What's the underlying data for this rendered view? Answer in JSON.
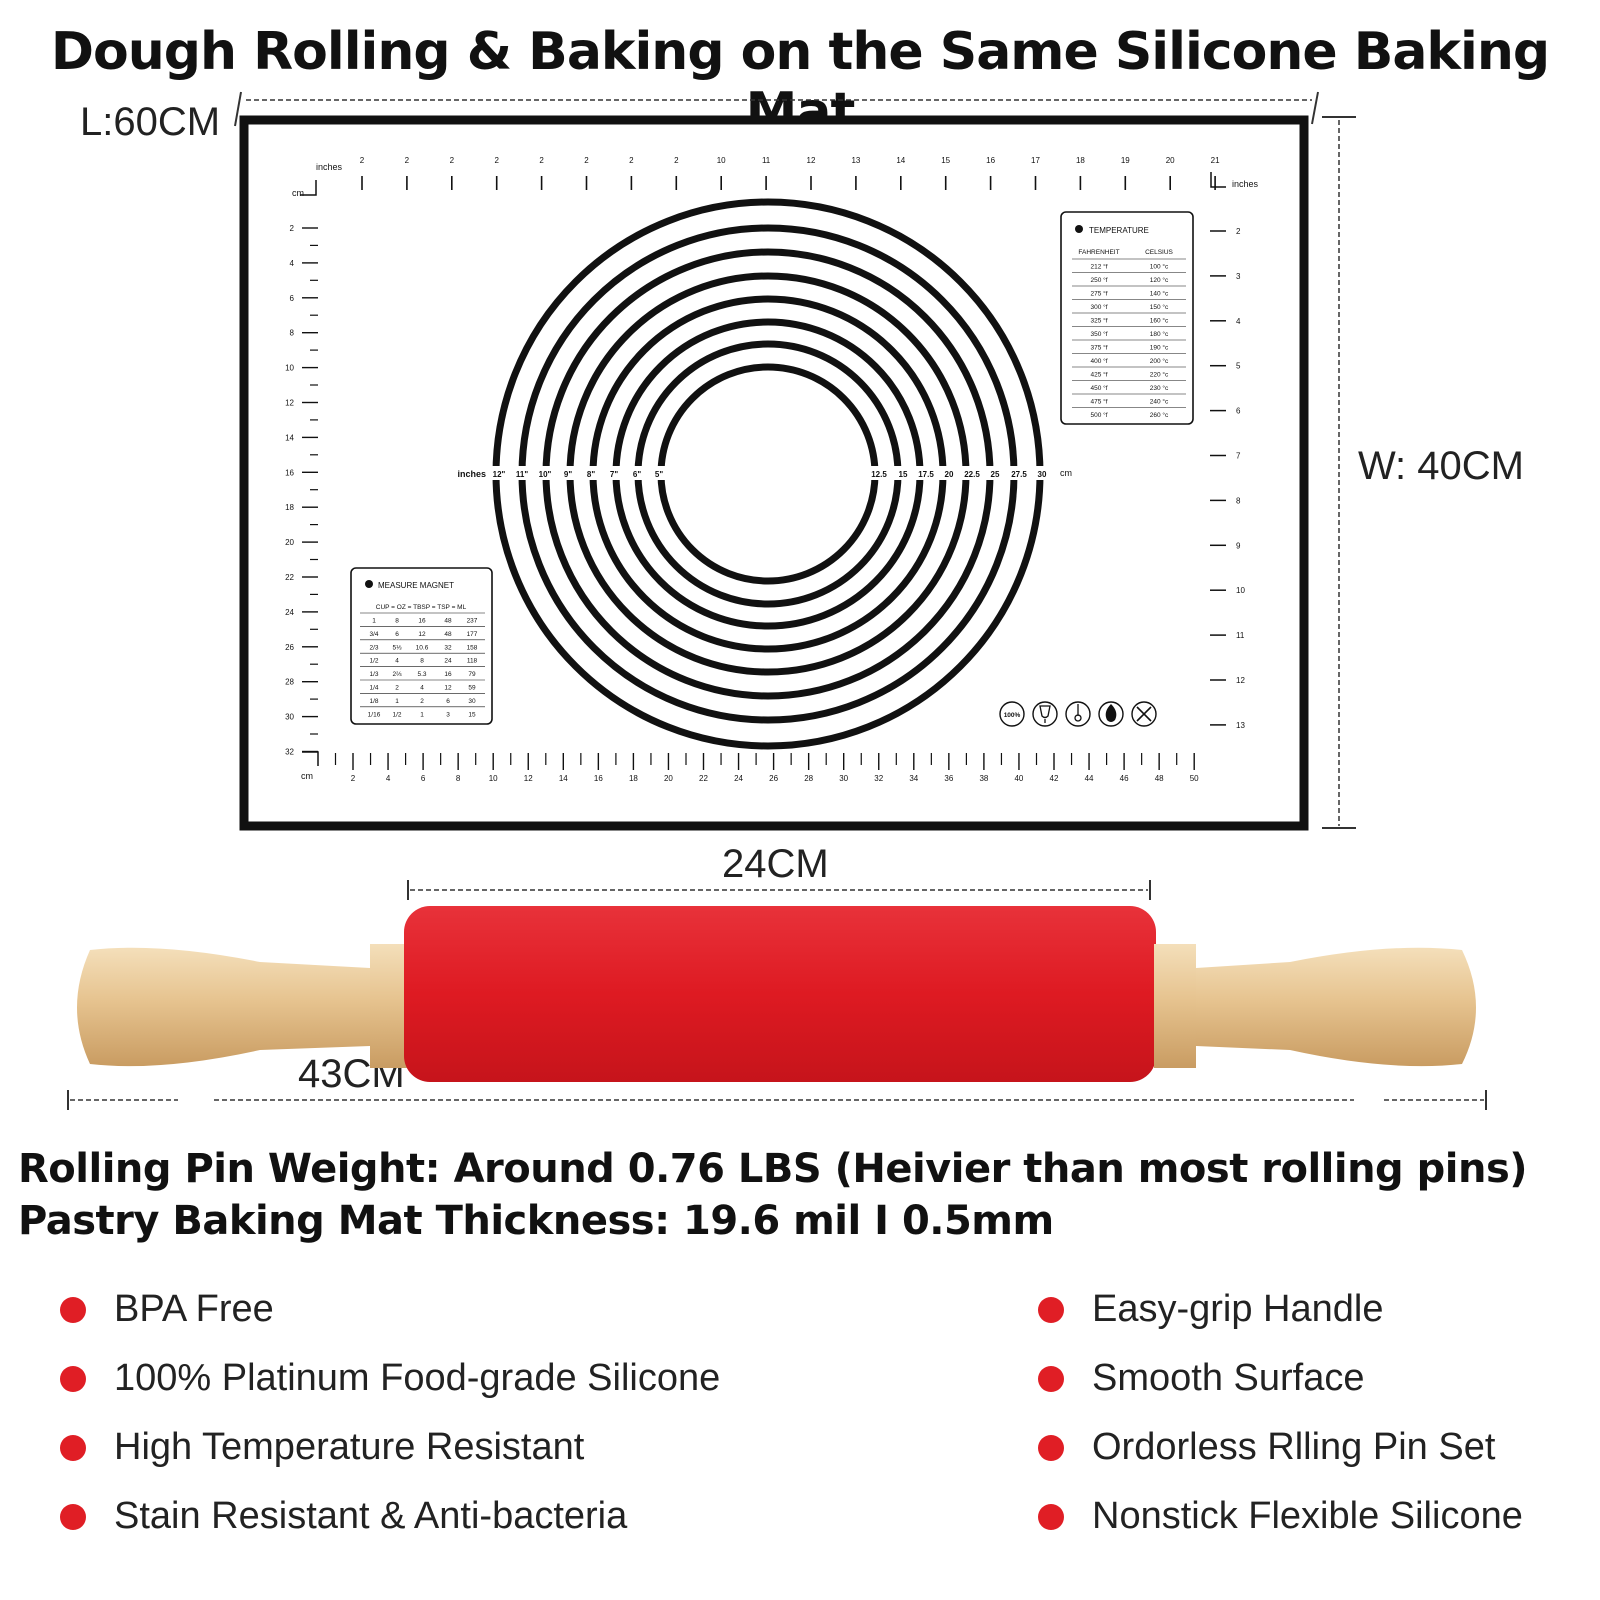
{
  "title": "Dough Rolling & Baking on the Same Silicone Baking Mat",
  "dimensions": {
    "mat_length": "L:60CM",
    "mat_width": "W: 40CM",
    "pin_barrel": "24CM",
    "pin_total": "43CM"
  },
  "mat": {
    "inches_label": "inches",
    "cm_label": "cm",
    "top_ticks": [
      "2",
      "2",
      "2",
      "2",
      "2",
      "2",
      "2",
      "2",
      "10",
      "11",
      "12",
      "13",
      "14",
      "15",
      "16",
      "17",
      "18",
      "19",
      "20",
      "21"
    ],
    "left_ticks": [
      "2",
      "4",
      "6",
      "8",
      "10",
      "12",
      "14",
      "16",
      "18",
      "20",
      "22",
      "24",
      "26",
      "28",
      "30",
      "32"
    ],
    "right_ticks": [
      "2",
      "3",
      "4",
      "5",
      "6",
      "7",
      "8",
      "9",
      "10",
      "11",
      "12",
      "13"
    ],
    "bottom_ticks": [
      "2",
      "4",
      "6",
      "8",
      "10",
      "12",
      "14",
      "16",
      "18",
      "20",
      "22",
      "24",
      "26",
      "28",
      "30",
      "32",
      "34",
      "36",
      "38",
      "40",
      "42",
      "44",
      "46",
      "48",
      "50"
    ],
    "circle_inches": [
      "12\"",
      "11\"",
      "10\"",
      "9\"",
      "8\"",
      "7\"",
      "6\"",
      "5\""
    ],
    "circle_cm": [
      "12.5",
      "15",
      "17.5",
      "20",
      "22.5",
      "25",
      "27.5",
      "30"
    ],
    "temperature": {
      "title": "TEMPERATURE",
      "headers": [
        "FAHRENHEIT",
        "CELSIUS"
      ],
      "rows": [
        [
          "212 °f",
          "100 °c"
        ],
        [
          "250 °f",
          "120 °c"
        ],
        [
          "275 °f",
          "140 °c"
        ],
        [
          "300 °f",
          "150 °c"
        ],
        [
          "325 °f",
          "160 °c"
        ],
        [
          "350 °f",
          "180 °c"
        ],
        [
          "375 °f",
          "190 °c"
        ],
        [
          "400 °f",
          "200 °c"
        ],
        [
          "425 °f",
          "220 °c"
        ],
        [
          "450 °f",
          "230 °c"
        ],
        [
          "475 °f",
          "240 °c"
        ],
        [
          "500 °f",
          "260 °c"
        ]
      ]
    },
    "measure": {
      "title": "MEASURE MAGNET",
      "header": "CUP = OZ = TBSP = TSP = ML",
      "rows": [
        [
          "1",
          "8",
          "16",
          "48",
          "237"
        ],
        [
          "3/4",
          "6",
          "12",
          "48",
          "177"
        ],
        [
          "2/3",
          "5⅓",
          "10.6",
          "32",
          "158"
        ],
        [
          "1/2",
          "4",
          "8",
          "24",
          "118"
        ],
        [
          "1/3",
          "2⅔",
          "5.3",
          "16",
          "79"
        ],
        [
          "1/4",
          "2",
          "4",
          "12",
          "59"
        ],
        [
          "1/8",
          "1",
          "2",
          "6",
          "30"
        ],
        [
          "1/16",
          "1/2",
          "1",
          "3",
          "15"
        ]
      ]
    },
    "badges": [
      "100%",
      "glass-icon",
      "thermometer-icon",
      "flame-icon",
      "utensils-icon"
    ]
  },
  "info": {
    "weight": "Rolling Pin Weight: Around 0.76 LBS (Heivier than most rolling pins)",
    "thickness": "Pastry Baking Mat Thickness: 19.6 mil I 0.5mm"
  },
  "features_left": [
    "BPA Free",
    "100% Platinum Food-grade Silicone",
    "High Temperature Resistant",
    "Stain Resistant & Anti-bacteria"
  ],
  "features_right": [
    "Easy-grip Handle",
    "Smooth Surface",
    "Ordorless Rlling Pin Set",
    "Nonstick Flexible Silicone"
  ],
  "colors": {
    "accent": "#e01e25",
    "wood": "#e9c99a",
    "silicone": "#de1a22"
  }
}
